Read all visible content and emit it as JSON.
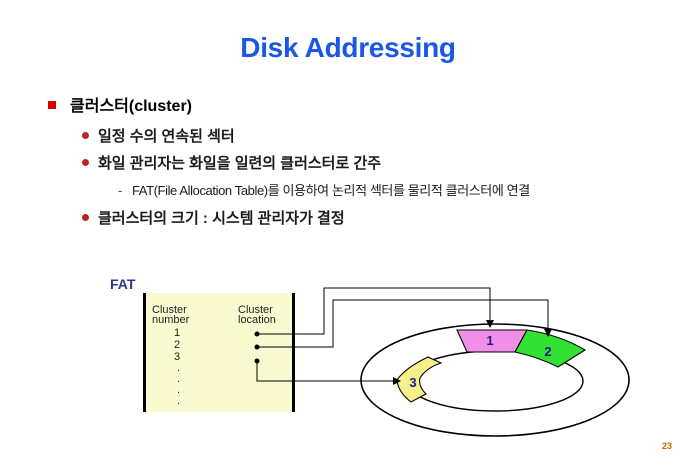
{
  "title": "Disk Addressing",
  "bullet1": "클러스터(cluster)",
  "sub_bullets": [
    "일정 수의 연속된 섹터",
    "화일 관리자는 화일을 일련의 클러스터로 간주",
    "클러스터의 크기 : 시스템 관리자가 결정"
  ],
  "sub_sub_dash": "-",
  "sub_sub_bullet": "FAT(File Allocation Table)를 이용하여 논리적 섹터를 물리적 클러스터에 연결",
  "fat": {
    "label": "FAT",
    "col1_line1": "Cluster",
    "col1_line2": "number",
    "col2_line1": "Cluster",
    "col2_line2": "location",
    "rows": [
      "1",
      "2",
      "3"
    ],
    "ellipsis": "."
  },
  "disk": {
    "sector1_label": "1",
    "sector2_label": "2",
    "sector3_label": "3"
  },
  "page_number": "23",
  "colors": {
    "title": "#1a57e6",
    "bullet_square": "#d40000",
    "bullet_dot": "#b52626",
    "fat_label": "#33338f",
    "table_bg": "#fafad0",
    "sector1": "#f08fe8",
    "sector2": "#33e133",
    "sector3": "#f5f08a",
    "sector_label": "#1a1a8f",
    "page_number": "#d06a00"
  }
}
